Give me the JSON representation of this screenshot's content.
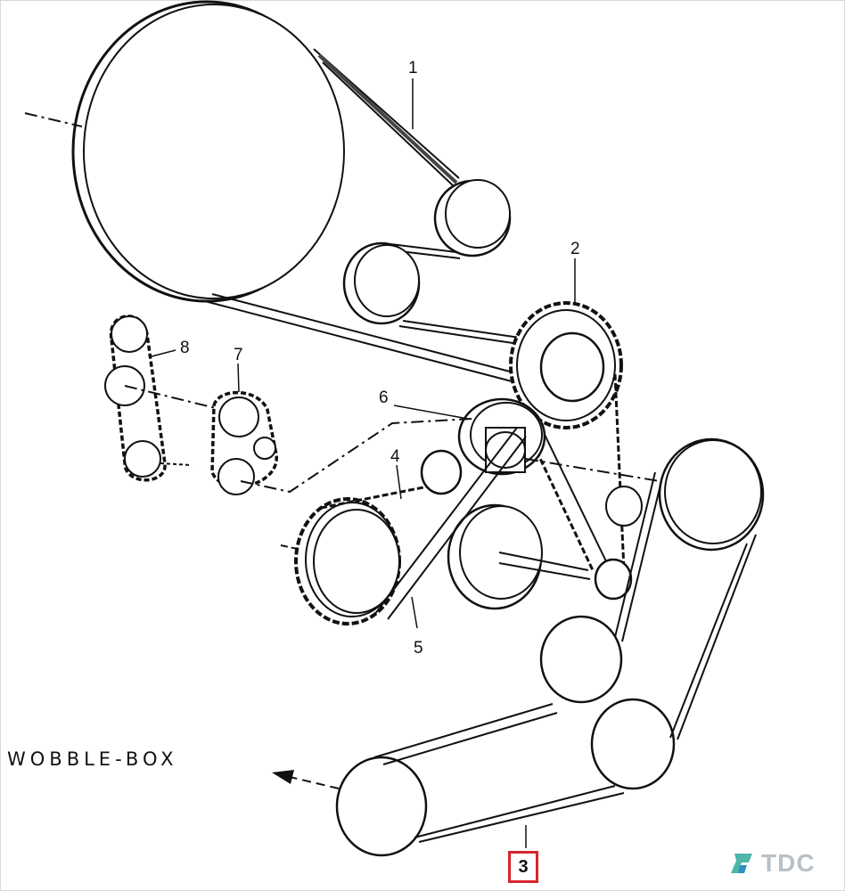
{
  "diagram": {
    "callouts": {
      "c1": "1",
      "c2": "2",
      "c3": "3",
      "c4": "4",
      "c5": "5",
      "c6": "6",
      "c7": "7",
      "c8": "8"
    },
    "wobble_box_label": "WOBBLE-BOX",
    "highlighted_callout": "3"
  },
  "watermark": {
    "text": "TDC",
    "icon": "tdc-logo-icon"
  },
  "colors": {
    "line": "#111111",
    "highlight": "#d6262c",
    "watermark": "#b9c0c6"
  }
}
